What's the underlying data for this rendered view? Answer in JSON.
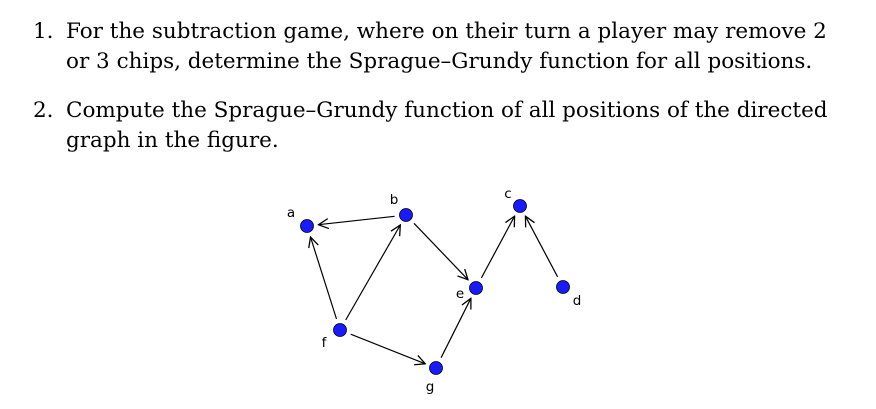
{
  "problems": [
    {
      "number": "1.",
      "lines": [
        "For the subtraction game, where on their turn a player may remove 2",
        "or 3 chips, determine the Sprague–Grundy function for all positions."
      ]
    },
    {
      "number": "2.",
      "lines": [
        "Compute the Sprague–Grundy function of all positions of the directed",
        "graph in the figure."
      ]
    }
  ],
  "graph": {
    "node_color": "#1a1aff",
    "nodes": [
      {
        "id": "a",
        "label": "a"
      },
      {
        "id": "b",
        "label": "b"
      },
      {
        "id": "c",
        "label": "c"
      },
      {
        "id": "d",
        "label": "d"
      },
      {
        "id": "e",
        "label": "e"
      },
      {
        "id": "f",
        "label": "f"
      },
      {
        "id": "g",
        "label": "g"
      }
    ],
    "edges": [
      {
        "from": "b",
        "to": "a"
      },
      {
        "from": "b",
        "to": "e"
      },
      {
        "from": "f",
        "to": "a"
      },
      {
        "from": "f",
        "to": "b"
      },
      {
        "from": "f",
        "to": "g"
      },
      {
        "from": "g",
        "to": "e"
      },
      {
        "from": "e",
        "to": "c"
      },
      {
        "from": "d",
        "to": "c"
      }
    ]
  }
}
